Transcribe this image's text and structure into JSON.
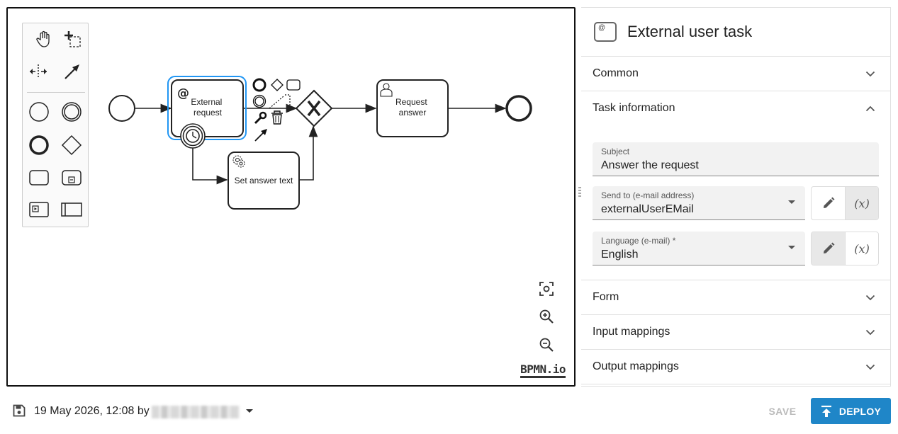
{
  "diagram": {
    "tasks": {
      "external_request": "External request",
      "set_answer_text": "Set answer text",
      "request_answer": "Request answer"
    },
    "logo": "BPMN.io"
  },
  "panel": {
    "title": "External user task",
    "type_icon_glyph": "@",
    "sections": {
      "common": "Common",
      "task_information": "Task information",
      "form": "Form",
      "input_mappings": "Input mappings",
      "output_mappings": "Output mappings"
    },
    "fields": {
      "subject_label": "Subject",
      "subject_value": "Answer the request",
      "send_to_label": "Send to (e-mail address)",
      "send_to_value": "externalUserEMail",
      "language_label": "Language (e-mail) *",
      "language_value": "English"
    },
    "expression_label": "(x)"
  },
  "footer": {
    "version_text": "19 May 2026, 12:08 by",
    "save_label": "SAVE",
    "deploy_label": "DEPLOY"
  },
  "colors": {
    "accent": "#1f86c8",
    "selection": "#2196f3"
  }
}
